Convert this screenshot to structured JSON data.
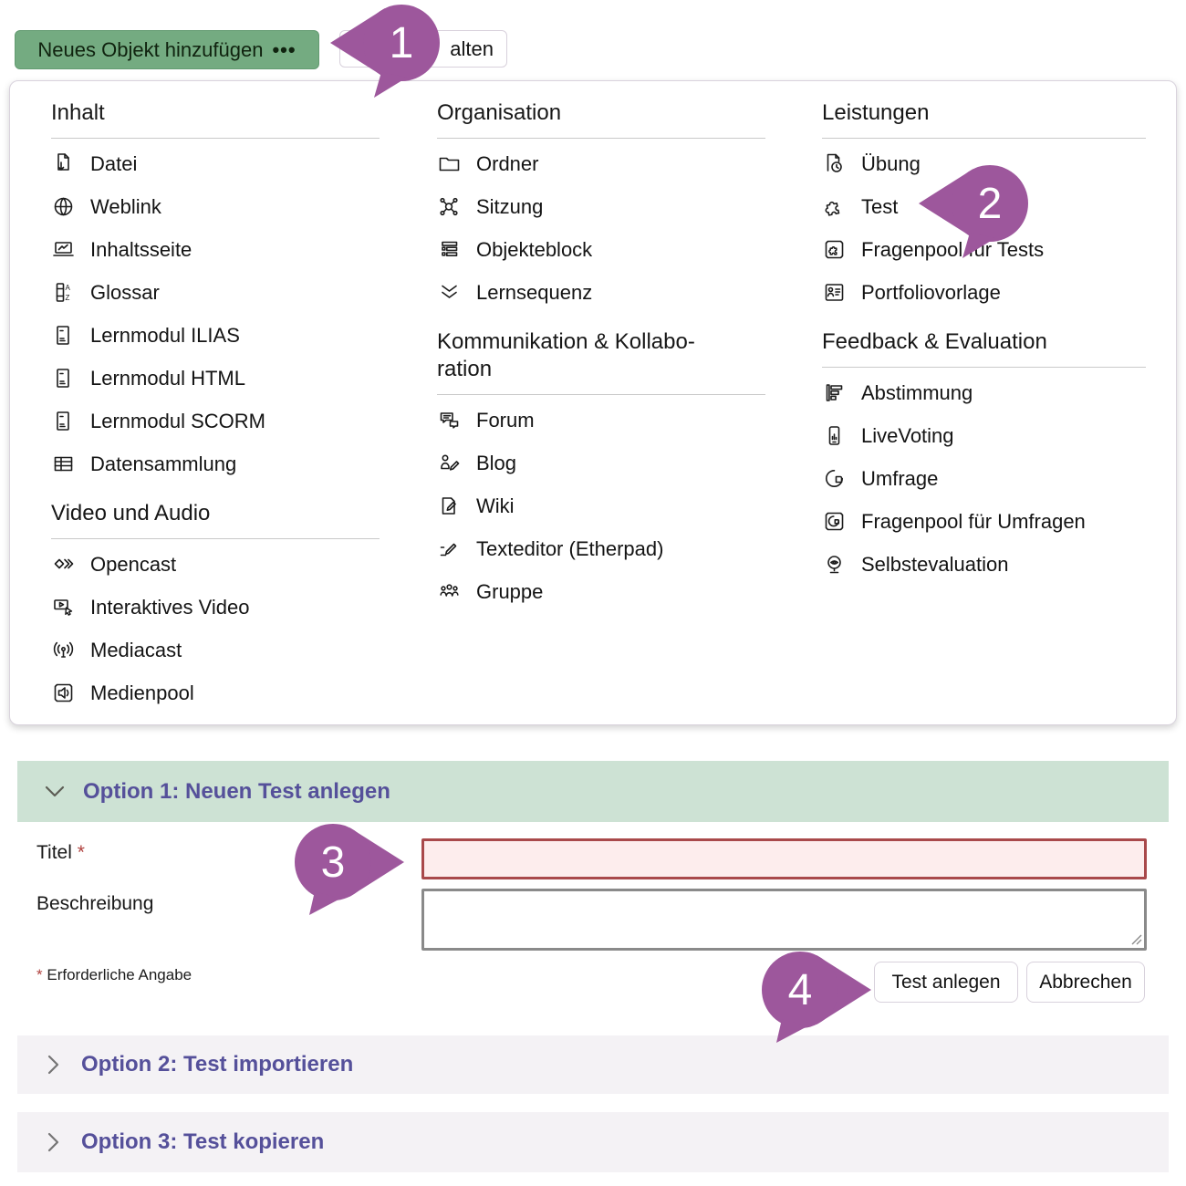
{
  "toolbar": {
    "add_label": "Neues Objekt hinzufügen",
    "add_dots": "•••",
    "partial_button_label": "alten"
  },
  "badges": {
    "b1": "1",
    "b2": "2",
    "b3": "3",
    "b4": "4"
  },
  "menu": {
    "columns": [
      {
        "sections": [
          {
            "title": "Inhalt",
            "items": [
              {
                "label": "Datei",
                "icon": "file-download-icon"
              },
              {
                "label": "Weblink",
                "icon": "globe-icon"
              },
              {
                "label": "Inhaltsseite",
                "icon": "content-page-icon"
              },
              {
                "label": "Glossar",
                "icon": "glossary-icon"
              },
              {
                "label": "Lernmodul ILIAS",
                "icon": "learning-module-icon"
              },
              {
                "label": "Lernmodul HTML",
                "icon": "learning-module-icon"
              },
              {
                "label": "Lernmodul SCORM",
                "icon": "learning-module-icon"
              },
              {
                "label": "Datensammlung",
                "icon": "data-table-icon"
              }
            ]
          },
          {
            "title": "Video und Audio",
            "items": [
              {
                "label": "Opencast",
                "icon": "opencast-icon"
              },
              {
                "label": "Interaktives Video",
                "icon": "interactive-video-icon"
              },
              {
                "label": "Mediacast",
                "icon": "broadcast-icon"
              },
              {
                "label": "Medienpool",
                "icon": "media-pool-icon"
              }
            ]
          }
        ]
      },
      {
        "sections": [
          {
            "title": "Organisation",
            "items": [
              {
                "label": "Ordner",
                "icon": "folder-icon"
              },
              {
                "label": "Sitzung",
                "icon": "session-icon"
              },
              {
                "label": "Objekteblock",
                "icon": "object-block-icon"
              },
              {
                "label": "Lernsequenz",
                "icon": "learning-sequence-icon"
              }
            ]
          },
          {
            "title": "Kommunikation & Kollabo-\nration",
            "items": [
              {
                "label": "Forum",
                "icon": "forum-icon"
              },
              {
                "label": "Blog",
                "icon": "blog-icon"
              },
              {
                "label": "Wiki",
                "icon": "wiki-icon"
              },
              {
                "label": "Texteditor (Etherpad)",
                "icon": "text-editor-icon"
              },
              {
                "label": "Gruppe",
                "icon": "group-icon"
              }
            ]
          }
        ]
      },
      {
        "sections": [
          {
            "title": "Leistungen",
            "items": [
              {
                "label": "Übung",
                "icon": "exercise-icon"
              },
              {
                "label": "Test",
                "icon": "puzzle-icon"
              },
              {
                "label": "Fragenpool für Tests",
                "icon": "question-pool-tests-icon"
              },
              {
                "label": "Portfoliovorlage",
                "icon": "portfolio-template-icon"
              }
            ]
          },
          {
            "title": "Feedback & Evaluation",
            "items": [
              {
                "label": "Abstimmung",
                "icon": "poll-icon"
              },
              {
                "label": "LiveVoting",
                "icon": "live-voting-icon"
              },
              {
                "label": "Umfrage",
                "icon": "survey-icon"
              },
              {
                "label": "Fragenpool für Umfragen",
                "icon": "question-pool-survey-icon"
              },
              {
                "label": "Selbstevaluation",
                "icon": "self-evaluation-icon"
              }
            ]
          }
        ]
      }
    ]
  },
  "form": {
    "option1_title": "Option 1: Neuen Test anlegen",
    "titel_label": "Titel",
    "required_mark": "*",
    "titel_value": "",
    "beschreibung_label": "Beschreibung",
    "beschreibung_value": "",
    "required_note": "Erforderliche Angabe",
    "submit_label": "Test anlegen",
    "cancel_label": "Abbrechen",
    "option2_title": "Option 2: Test importieren",
    "option3_title": "Option 3: Test kopieren"
  },
  "colors": {
    "add_button_green": "#74ab81",
    "option1_band_green": "#cde2d4",
    "collapsed_band_gray": "#f4f2f5",
    "heading_purple": "#55509a",
    "badge_purple": "#9d579c",
    "error_border": "#a9494b",
    "error_background": "#fdeded"
  }
}
